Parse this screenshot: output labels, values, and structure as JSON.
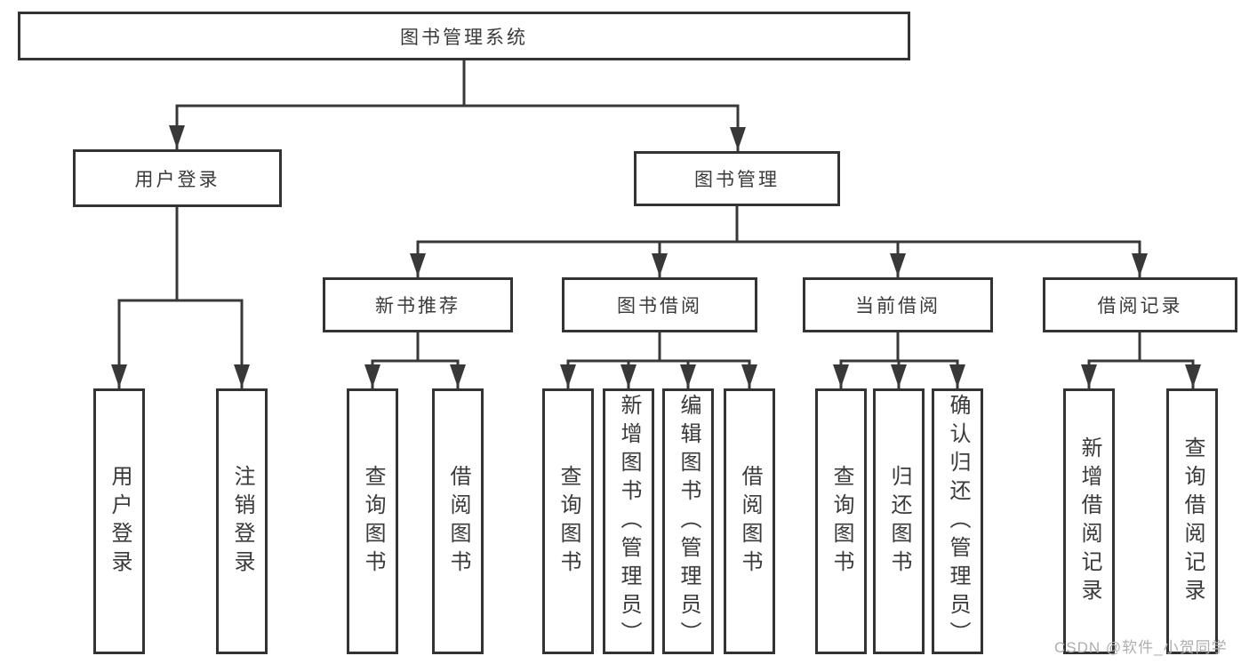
{
  "diagram": {
    "title": "图书管理系统",
    "root": {
      "label": "图书管理系统"
    },
    "level2": [
      {
        "label": "用户登录"
      },
      {
        "label": "图书管理"
      }
    ],
    "level3": [
      {
        "label": "新书推荐"
      },
      {
        "label": "图书借阅"
      },
      {
        "label": "当前借阅"
      },
      {
        "label": "借阅记录"
      }
    ],
    "leaves": {
      "login": [
        "用户登录",
        "注销登录"
      ],
      "newbook": [
        "查询图书",
        "借阅图书"
      ],
      "borrow": [
        "查询图书",
        "新增图书（管理员）",
        "编辑图书（管理员）",
        "借阅图书"
      ],
      "current": [
        "查询图书",
        "归还图书",
        "确认归还（管理员）"
      ],
      "records": [
        "新增借阅记录",
        "查询借阅记录"
      ]
    }
  },
  "watermark": {
    "text": "CSDN @软件_小贺同学"
  },
  "colors": {
    "line": "#383838",
    "border": "#333333",
    "text": "#3a3a3a",
    "background": "#ffffff",
    "watermark": "#aeaeae"
  }
}
